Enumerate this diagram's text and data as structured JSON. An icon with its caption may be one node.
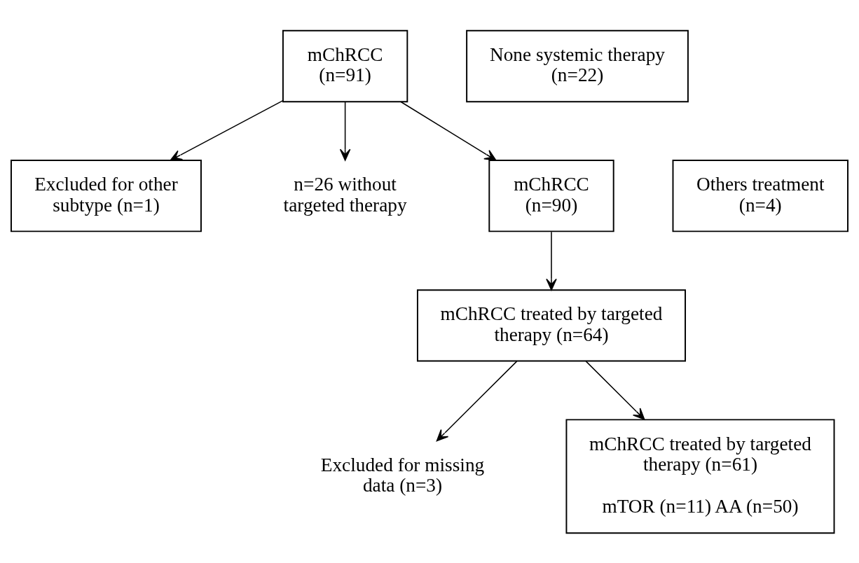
{
  "diagram": {
    "nodes": [
      {
        "text": [
          "mChRCC (n=91)"
        ]
      },
      {
        "text": [
          "Excluded for other subtype (n=1)"
        ]
      },
      {
        "text": [
          "n=26 without targeted therapy"
        ]
      },
      {
        "text": [
          "None systemic therapy (n=22)"
        ]
      },
      {
        "text": [
          "Others treatment (n=4)"
        ]
      },
      {
        "text": [
          "mChRCC (n=90)"
        ]
      },
      {
        "text": [
          "mChRCC treated by targeted therapy (n=64)"
        ]
      },
      {
        "text": [
          "Excluded for missing data (n=3)"
        ]
      },
      {
        "text": [
          "mChRCC treated by targeted therapy (n=61)",
          "mTOR (n=11) AA (n=50)"
        ]
      }
    ],
    "edges": [
      {
        "from": 0,
        "to": 1,
        "arrow": "to"
      },
      {
        "from": 0,
        "to": 5,
        "arrow": "to"
      },
      {
        "from": 0,
        "to": 2,
        "arrow": "to"
      },
      {
        "from": 5,
        "to": 6,
        "arrow": "to"
      },
      {
        "from": 6,
        "to": 7,
        "arrow": "to"
      },
      {
        "from": 6,
        "to": 8,
        "arrow": "to"
      }
    ]
  }
}
